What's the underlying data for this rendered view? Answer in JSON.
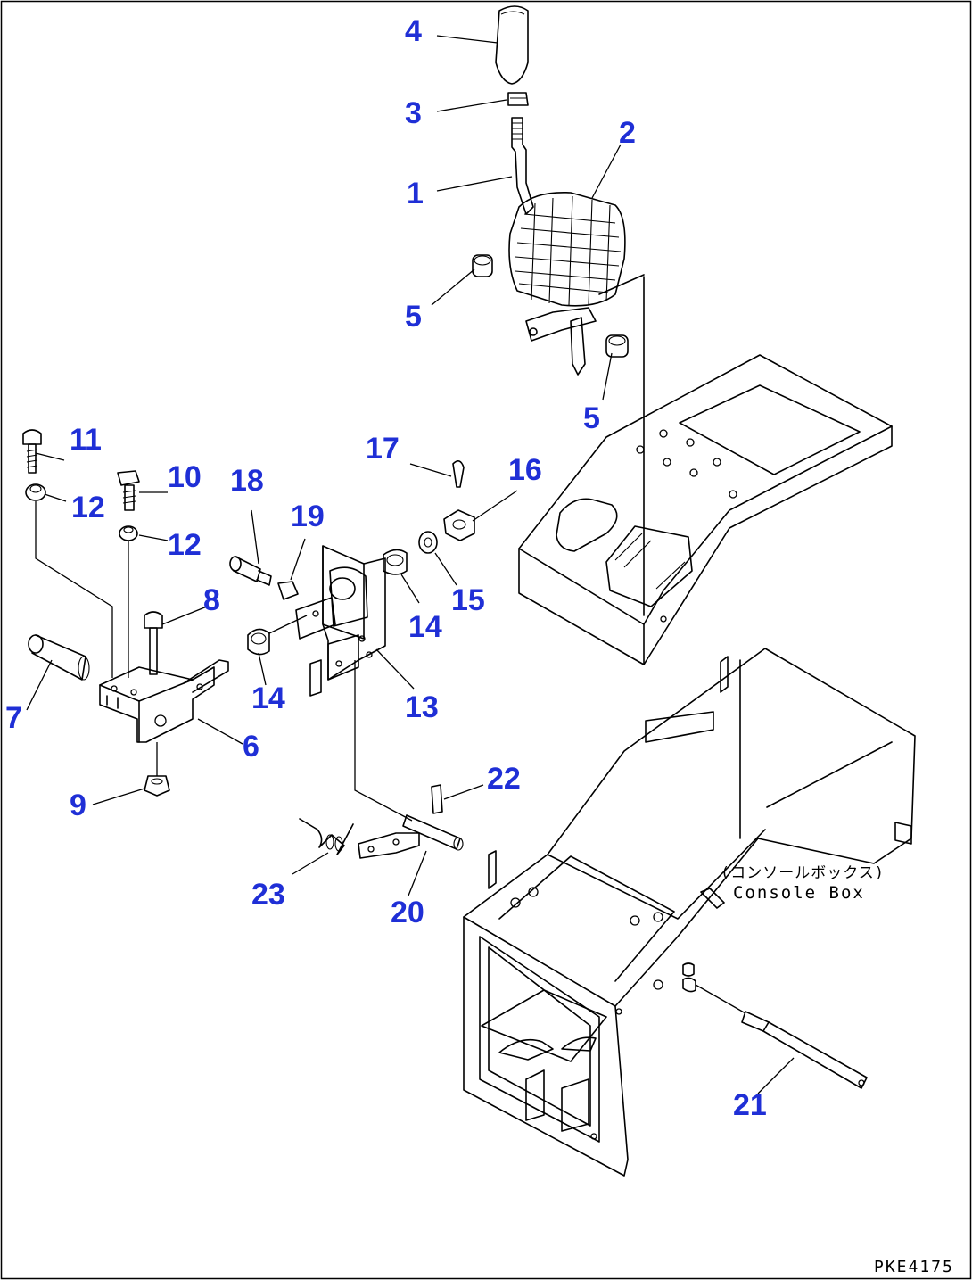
{
  "callouts": {
    "c1": "1",
    "c2": "2",
    "c3": "3",
    "c4": "4",
    "c5a": "5",
    "c5b": "5",
    "c6": "6",
    "c7": "7",
    "c8": "8",
    "c9": "9",
    "c10": "10",
    "c11": "11",
    "c12a": "12",
    "c12b": "12",
    "c13": "13",
    "c14a": "14",
    "c14b": "14",
    "c15": "15",
    "c16": "16",
    "c17": "17",
    "c18": "18",
    "c19": "19",
    "c20": "20",
    "c21": "21",
    "c22": "22",
    "c23": "23"
  },
  "console_label": {
    "jp": "(コンソールボックス)",
    "en": "Console Box"
  },
  "drawing_code": "PKE4175",
  "colors": {
    "callout": "#1f2fd6",
    "line": "#000000",
    "background": "#ffffff"
  }
}
